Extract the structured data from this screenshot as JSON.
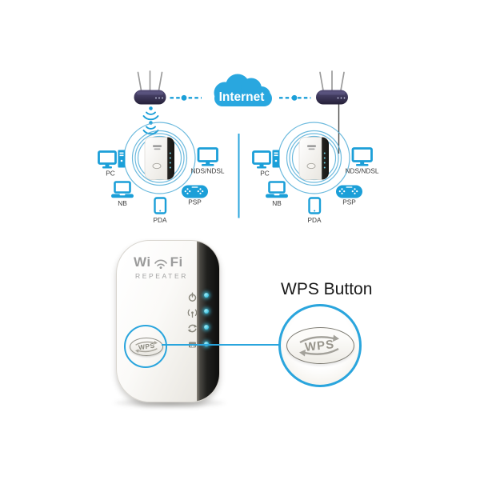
{
  "colors": {
    "accent_blue": "#1b9fd8",
    "cloud_blue": "#29a7df",
    "callout_blue": "#2aa5dd",
    "led_cyan": "#45c8e8",
    "router_dark": "#342e50"
  },
  "diagram": {
    "internet_label": "Internet",
    "left_connection": "wireless",
    "right_connection": "wired",
    "device_labels": {
      "pc": "PC",
      "nb": "NB",
      "pda": "PDA",
      "psp": "PSP",
      "nds": "NDS/NDSL"
    }
  },
  "product": {
    "logo_wi": "Wi",
    "logo_fi": "Fi",
    "logo_sub": "REPEATER",
    "wps_button_label": "WPS",
    "indicator_icons": [
      "power",
      "wifi-signal",
      "repeat",
      "lan-port"
    ],
    "led_count": 4
  },
  "callout": {
    "title": "WPS Button",
    "wps_label": "WPS"
  }
}
